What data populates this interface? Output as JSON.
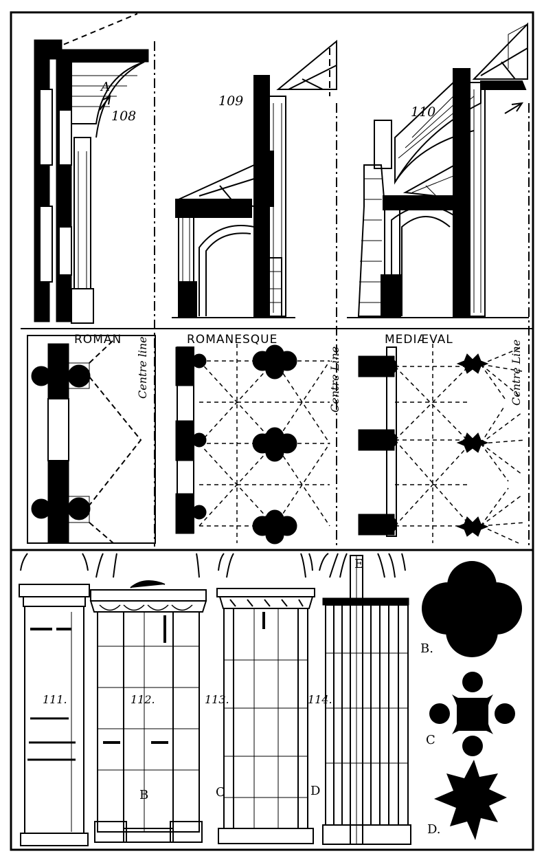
{
  "figures": {
    "fig108": "108",
    "fig109": "109",
    "fig110": "110",
    "fig111": "111.",
    "fig112": "112.",
    "fig113": "113.",
    "fig114": "114."
  },
  "headings": {
    "roman": "ROMAN",
    "romanesque": "ROMANESQUE",
    "medieval": "MEDIÆVAL"
  },
  "letters": {
    "a": "A",
    "b_pier": "B",
    "c_pier": "C",
    "d_pier": "D",
    "e_shaft": "E",
    "b_plan": "B.",
    "c_plan": "C",
    "d_plan": "D."
  },
  "vertical_labels": {
    "roman": "Centre line",
    "romanesque": "Centre Line",
    "medieval": "Centre Line"
  }
}
